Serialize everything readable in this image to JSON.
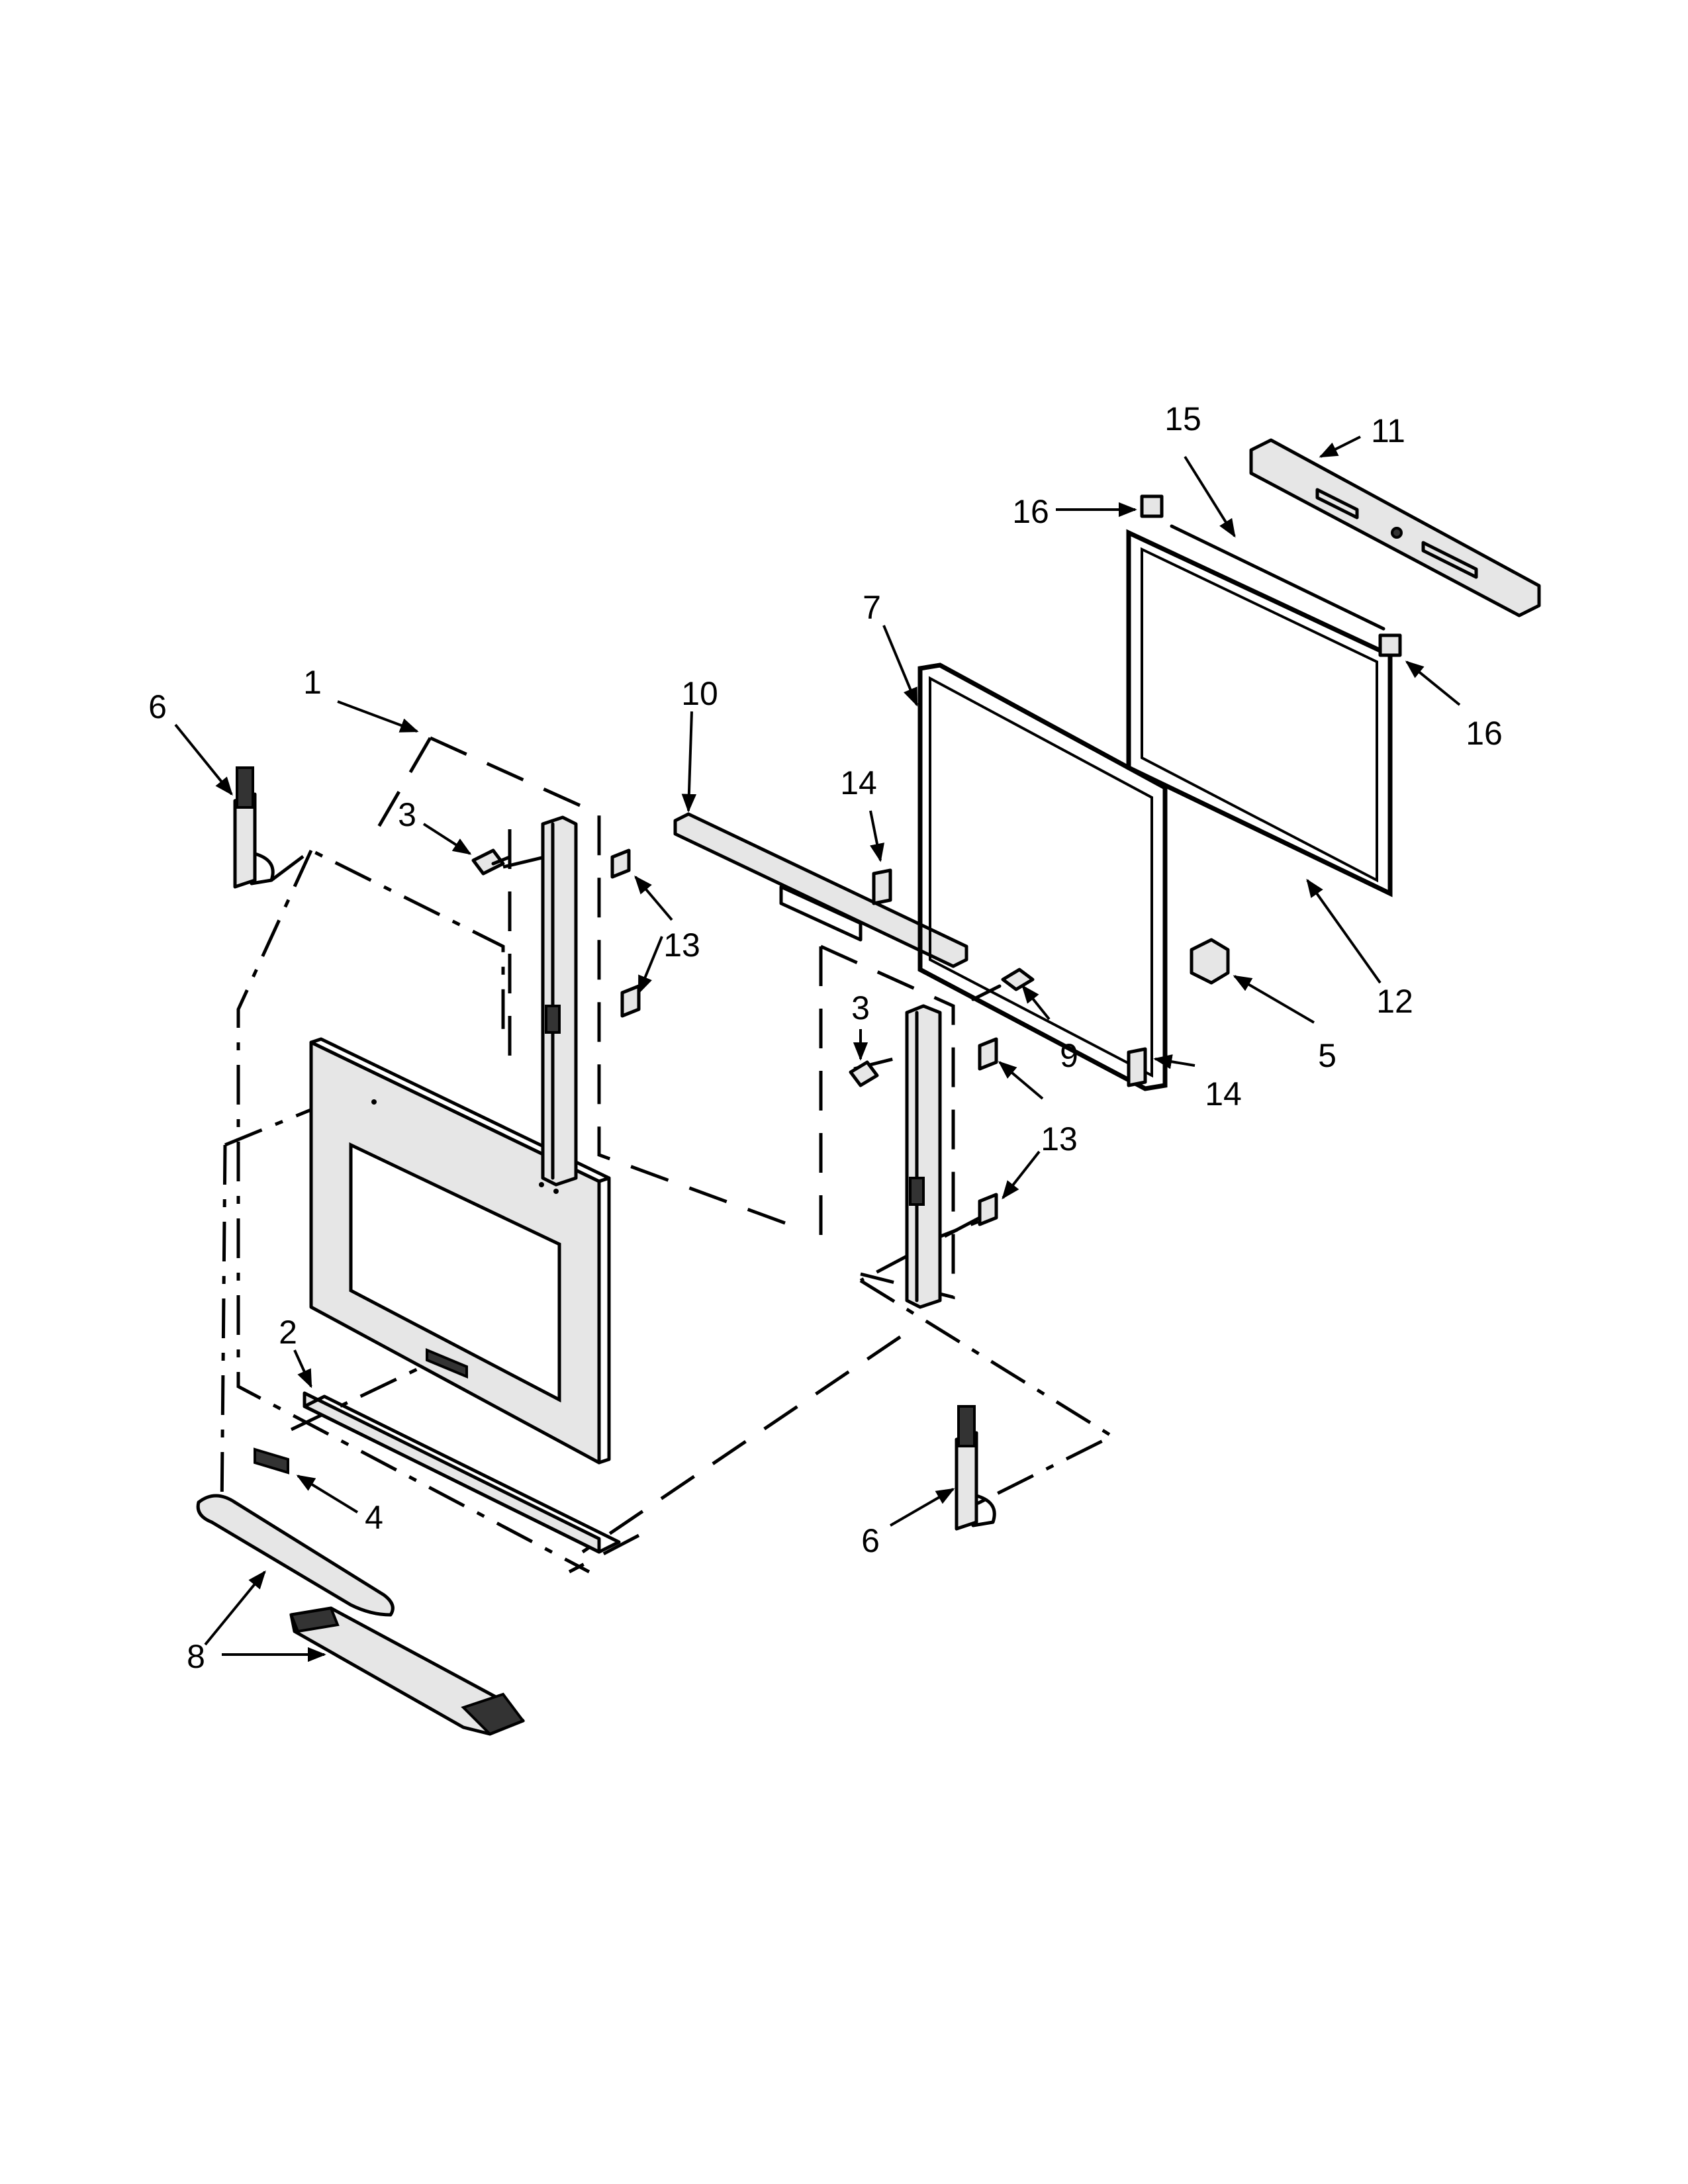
{
  "callouts": [
    {
      "id": "c1",
      "label": "1"
    },
    {
      "id": "c2",
      "label": "2"
    },
    {
      "id": "c3a",
      "label": "3"
    },
    {
      "id": "c3b",
      "label": "3"
    },
    {
      "id": "c4",
      "label": "4"
    },
    {
      "id": "c5",
      "label": "5"
    },
    {
      "id": "c6a",
      "label": "6"
    },
    {
      "id": "c6b",
      "label": "6"
    },
    {
      "id": "c7",
      "label": "7"
    },
    {
      "id": "c8",
      "label": "8"
    },
    {
      "id": "c9",
      "label": "9"
    },
    {
      "id": "c10",
      "label": "10"
    },
    {
      "id": "c11",
      "label": "11"
    },
    {
      "id": "c12",
      "label": "12"
    },
    {
      "id": "c13a",
      "label": "13"
    },
    {
      "id": "c13b",
      "label": "13"
    },
    {
      "id": "c14a",
      "label": "14"
    },
    {
      "id": "c14b",
      "label": "14"
    },
    {
      "id": "c15",
      "label": "15"
    },
    {
      "id": "c16a",
      "label": "16"
    },
    {
      "id": "c16b",
      "label": "16"
    }
  ]
}
